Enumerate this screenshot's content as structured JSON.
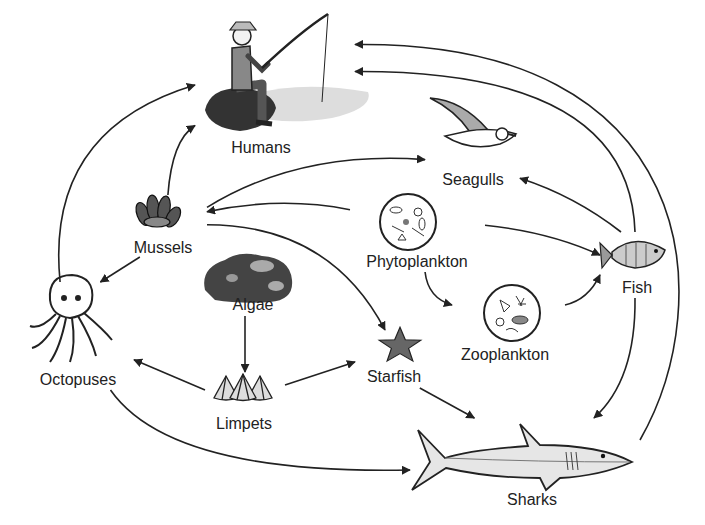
{
  "diagram": {
    "nodes": [
      {
        "text": [
          "Humans"
        ]
      },
      {
        "text": [
          "Seagulls"
        ]
      },
      {
        "text": [
          "Mussels"
        ]
      },
      {
        "text": [
          "Phytoplankton"
        ]
      },
      {
        "text": [
          "Fish"
        ]
      },
      {
        "text": [
          "Algae"
        ]
      },
      {
        "text": [
          "Octopuses"
        ]
      },
      {
        "text": [
          "Zooplankton"
        ]
      },
      {
        "text": [
          "Limpets"
        ]
      },
      {
        "text": [
          "Starfish"
        ]
      },
      {
        "text": [
          "Sharks"
        ]
      }
    ],
    "edges": [
      {
        "from": 6,
        "to": 0,
        "arrow": "to"
      },
      {
        "from": 2,
        "to": 0,
        "arrow": "to"
      },
      {
        "from": 2,
        "to": 1,
        "arrow": "to"
      },
      {
        "from": 2,
        "to": 6,
        "arrow": "to"
      },
      {
        "from": 2,
        "to": 9,
        "arrow": "to"
      },
      {
        "from": 3,
        "to": 2,
        "arrow": "to"
      },
      {
        "from": 3,
        "to": 4,
        "arrow": "to"
      },
      {
        "from": 3,
        "to": 7,
        "arrow": "to"
      },
      {
        "from": 7,
        "to": 4,
        "arrow": "to"
      },
      {
        "from": 4,
        "to": 1,
        "arrow": "to"
      },
      {
        "from": 4,
        "to": 0,
        "arrow": "to"
      },
      {
        "from": 10,
        "to": 0,
        "arrow": "to"
      },
      {
        "from": 4,
        "to": 10,
        "arrow": "to"
      },
      {
        "from": 5,
        "to": 8,
        "arrow": "to"
      },
      {
        "from": 8,
        "to": 6,
        "arrow": "to"
      },
      {
        "from": 8,
        "to": 9,
        "arrow": "to"
      },
      {
        "from": 9,
        "to": 10,
        "arrow": "to"
      },
      {
        "from": 6,
        "to": 10,
        "arrow": "to"
      }
    ]
  }
}
